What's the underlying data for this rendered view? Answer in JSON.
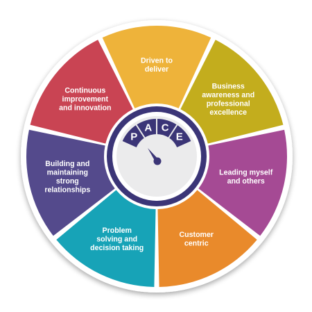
{
  "gauge": {
    "letters": [
      "P",
      "A",
      "C",
      "E"
    ]
  },
  "segments": [
    {
      "id": "driven-to-deliver",
      "lines": [
        "Driven to",
        "deliver"
      ],
      "color": "#eeb33a"
    },
    {
      "id": "business-awareness",
      "lines": [
        "Business",
        "awareness and",
        "professional",
        "excellence"
      ],
      "color": "#c3ad1d"
    },
    {
      "id": "leading-myself",
      "lines": [
        "Leading myself",
        "and others"
      ],
      "color": "#a54a94"
    },
    {
      "id": "customer-centric",
      "lines": [
        "Customer",
        "centric"
      ],
      "color": "#e98a2b"
    },
    {
      "id": "problem-solving",
      "lines": [
        "Problem",
        "solving and",
        "decision taking"
      ],
      "color": "#17a3b7"
    },
    {
      "id": "building-relationships",
      "lines": [
        "Building and",
        "maintaining",
        "strong",
        "relationships"
      ],
      "color": "#544a8c"
    },
    {
      "id": "continuous-improvement",
      "lines": [
        "Continuous",
        "improvement",
        "and innovation"
      ],
      "color": "#c94453"
    }
  ],
  "colors": {
    "hub_ring": "#3b3577",
    "hub_face": "#ebebec",
    "needle": "#3b3577",
    "gauge_band": "#3b3577"
  }
}
